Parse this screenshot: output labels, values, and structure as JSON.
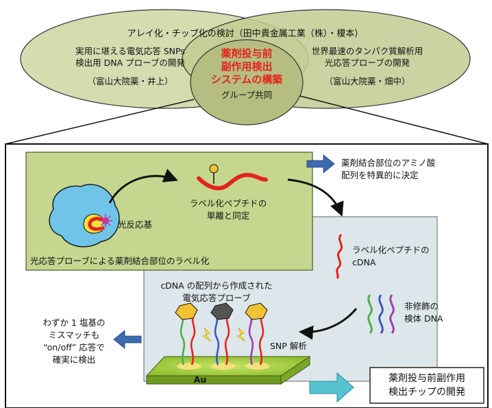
{
  "top": {
    "top_line": "アレイ化・チップ化の検討（田中貴金属工業（株）・榎本）",
    "left_line1": "実用に堪える電気応答 SNPs",
    "left_line2": "検出用 DNA プローブの開発",
    "left_affil": "（富山大院薬・井上）",
    "right_line1": "世界最速のタンパク質解析用",
    "right_line2": "光応答プローブの開発",
    "right_affil": "（富山大院薬・畑中）",
    "center_line1": "薬剤投与前",
    "center_line2": "副作用検出",
    "center_line3": "システムの構築",
    "center_sub": "グループ共同"
  },
  "panel": {
    "green_caption": "光応答プローブによる薬剤結合部位のラベル化",
    "photoreactive": "光反応基",
    "isolation_line1": "ラベル化ペプチドの",
    "isolation_line2": "単離と同定",
    "amino_line1": "薬剤結合部位のアミノ酸",
    "amino_line2": "配列を特異的に決定",
    "cdna_line1": "ラベル化ペプチドの",
    "cdna_line2": "cDNA",
    "probe_line1": "cDNA の配列から作成された",
    "probe_line2": "電気応答プローブ",
    "unmod_line1": "非修飾の",
    "unmod_line2": "検体 DNA",
    "snp": "SNP 解析",
    "mismatch_line1": "わずか 1 塩基の",
    "mismatch_line2": "ミスマッチも",
    "mismatch_line3": "“on/off” 応答で",
    "mismatch_line4": "確実に検出",
    "au": "Au",
    "final_line1": "薬剤投与前副作用",
    "final_line2": "検出チップの開発"
  },
  "colors": {
    "ellipse_left": "#d4dcb0",
    "ellipse_right": "#c3cb93",
    "green_box": "#c5d68f",
    "blue_box": "#dde6ea",
    "blue_arrow": "#3d6bb0",
    "cyan_arrow": "#56c3d1",
    "red_text": "#e3241b",
    "cell": "#6fc4e8",
    "chip": "#9ccc3a"
  }
}
